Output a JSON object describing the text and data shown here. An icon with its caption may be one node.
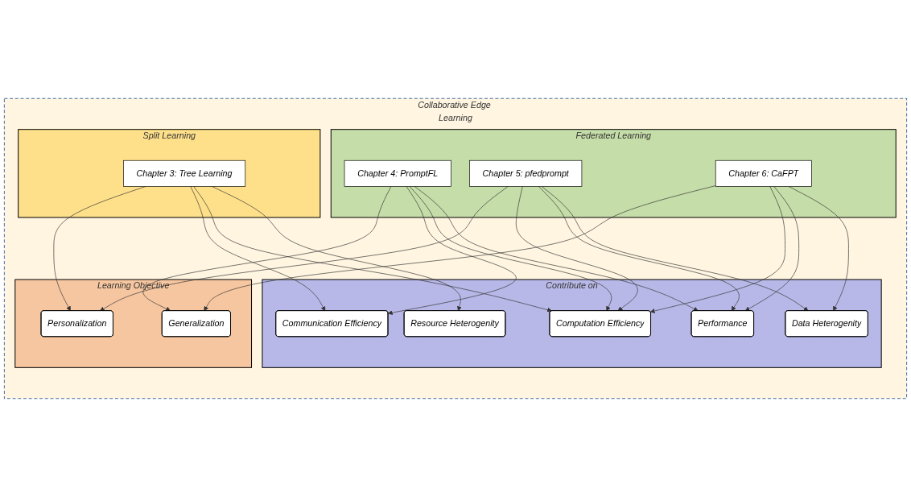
{
  "diagram": {
    "nodes": [
      {
        "text": [
          "Collaborative Edge Learning"
        ]
      },
      {
        "text": [
          "Learning Objective"
        ],
        "in": 0
      },
      {
        "text": [
          "Personalization"
        ],
        "in": 1
      },
      {
        "text": [
          "Generalization"
        ],
        "in": 1
      },
      {
        "text": [
          "Split Learning"
        ],
        "in": 0
      },
      {
        "text": [
          "Chapter 3: Tree Learning"
        ],
        "in": 4
      },
      {
        "text": [
          "Federated Learning"
        ],
        "in": 0
      },
      {
        "text": [
          "Chapter 4: PromptFL"
        ],
        "in": 6
      },
      {
        "text": [
          "Chapter 5: pfedprompt"
        ],
        "in": 6
      },
      {
        "text": [
          "Chapter 6: CaFPT"
        ],
        "in": 6
      },
      {
        "text": [
          "Contribute on"
        ],
        "in": 0
      },
      {
        "text": [
          "Communication Efficiency"
        ],
        "in": 10
      },
      {
        "text": [
          "Computation Efficiency"
        ],
        "in": 10
      },
      {
        "text": [
          "Performance"
        ],
        "in": 10
      },
      {
        "text": [
          "Resource Heterogenity"
        ],
        "in": 10
      },
      {
        "text": [
          "Data Heterogenity"
        ],
        "in": 10
      }
    ],
    "edges": [
      {
        "from": 5,
        "to": 2,
        "arrow": "to"
      },
      {
        "from": 7,
        "to": 3,
        "arrow": "to"
      },
      {
        "from": 8,
        "to": 2,
        "arrow": "to"
      },
      {
        "from": 9,
        "to": 3,
        "arrow": "to"
      },
      {
        "from": 5,
        "to": 11,
        "arrow": "to"
      },
      {
        "from": 5,
        "to": 12,
        "arrow": "to"
      },
      {
        "from": 5,
        "to": 14,
        "arrow": "to"
      },
      {
        "from": 7,
        "to": 11,
        "arrow": "to"
      },
      {
        "from": 7,
        "to": 12,
        "arrow": "to"
      },
      {
        "from": 7,
        "to": 13,
        "arrow": "to"
      },
      {
        "from": 8,
        "to": 12,
        "arrow": "to"
      },
      {
        "from": 8,
        "to": 13,
        "arrow": "to"
      },
      {
        "from": 8,
        "to": 15,
        "arrow": "to"
      },
      {
        "from": 9,
        "to": 12,
        "arrow": "to"
      },
      {
        "from": 9,
        "to": 13,
        "arrow": "to"
      },
      {
        "from": 9,
        "to": 15,
        "arrow": "to"
      }
    ]
  }
}
